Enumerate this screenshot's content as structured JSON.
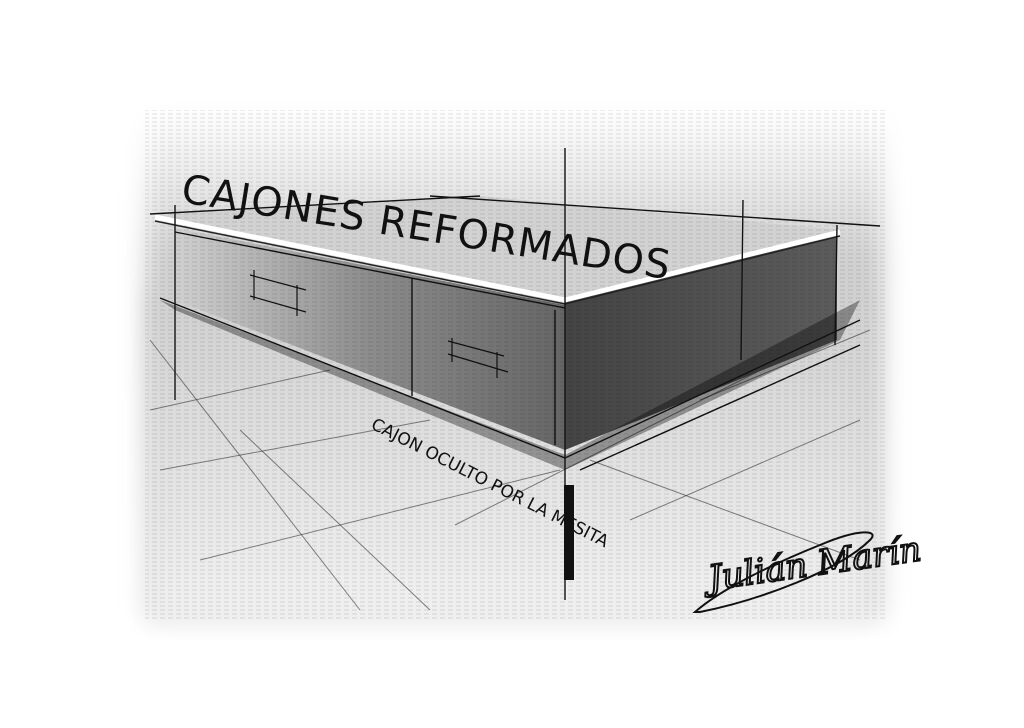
{
  "drawing": {
    "title": "CAJONES REFORMADOS",
    "annotation": "CAJON OCULTO POR LA MESITA",
    "signature": "Julián Marín",
    "style": "pencil sketch, grayscale",
    "colors": {
      "background": "#ffffff",
      "paper_wash": "#d9d9d9",
      "front_face": "#6f6f6f",
      "side_face": "#4a4a4a",
      "top_face": "#cfcfcf",
      "floor": "#bdbdbd",
      "ink": "#111111"
    }
  }
}
